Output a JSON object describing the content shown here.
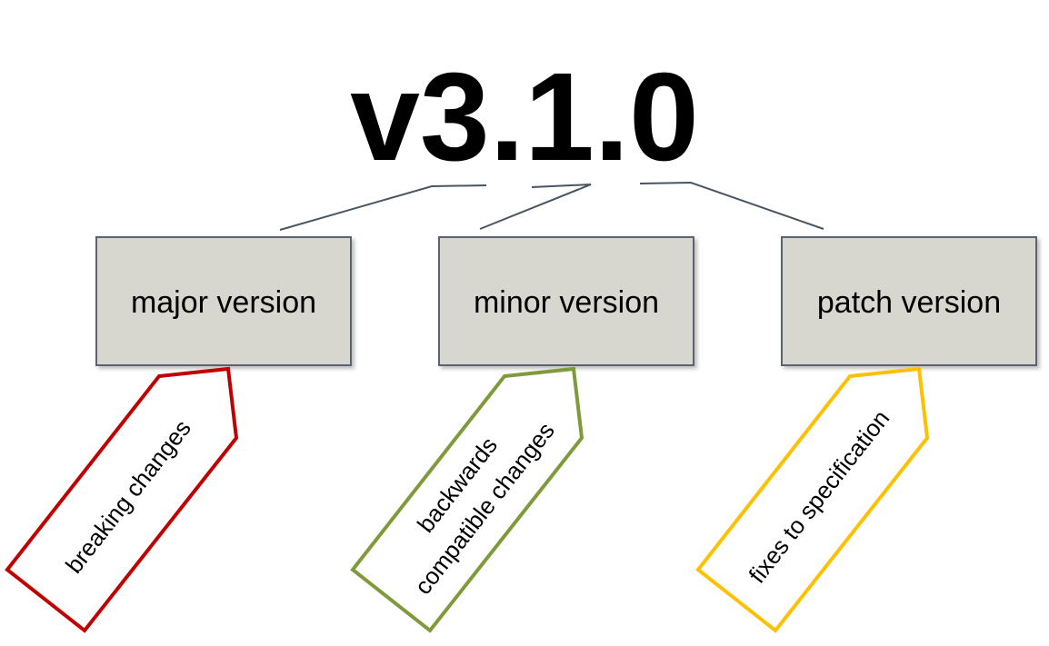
{
  "title": "v3.1.0",
  "boxes": [
    {
      "label": "major version"
    },
    {
      "label": "minor version"
    },
    {
      "label": "patch version"
    }
  ],
  "tags": [
    {
      "line1": "breaking changes",
      "line2": "",
      "color": "#c00000"
    },
    {
      "line1": "backwards",
      "line2": "compatible changes",
      "color": "#7f9a3a"
    },
    {
      "line1": "fixes to specification",
      "line2": "",
      "color": "#ffc000"
    }
  ],
  "colors": {
    "box_fill": "#d8d7cf",
    "box_border": "#5b6470",
    "connector": "#4a5560"
  }
}
